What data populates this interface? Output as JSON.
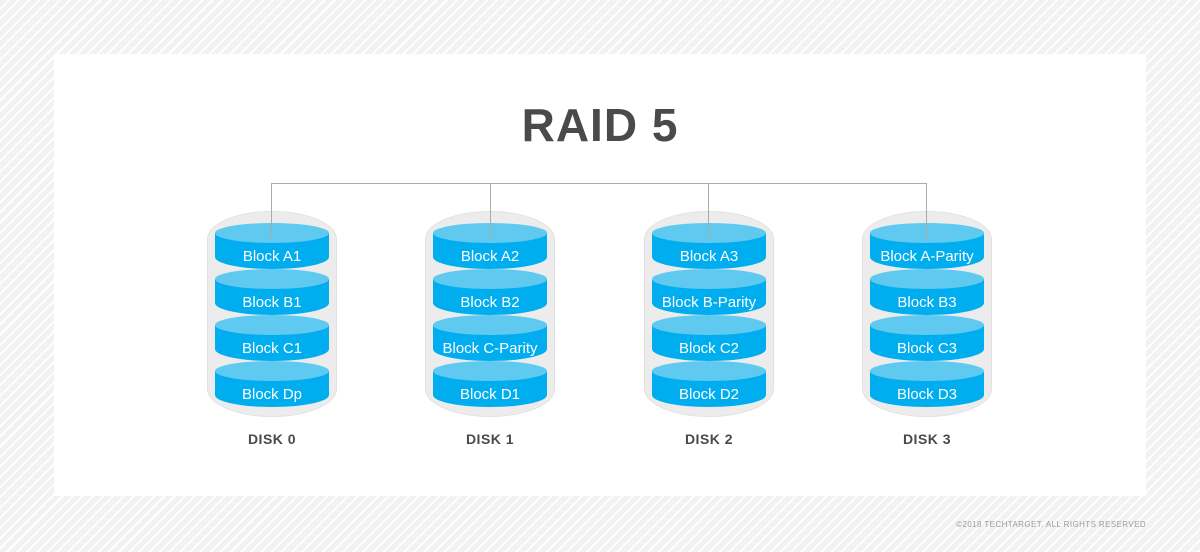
{
  "title": "RAID 5",
  "copyright": "©2018 TECHTARGET. ALL RIGHTS RESERVED",
  "disks": [
    {
      "label": "DISK 0",
      "blocks": [
        "Block A1",
        "Block B1",
        "Block C1",
        "Block Dp"
      ]
    },
    {
      "label": "DISK 1",
      "blocks": [
        "Block A2",
        "Block B2",
        "Block C-Parity",
        "Block D1"
      ]
    },
    {
      "label": "DISK 2",
      "blocks": [
        "Block A3",
        "Block B-Parity",
        "Block C2",
        "Block D2"
      ]
    },
    {
      "label": "DISK 3",
      "blocks": [
        "Block A-Parity",
        "Block B3",
        "Block C3",
        "Block D3"
      ]
    }
  ],
  "colors": {
    "block-body": "#00AEEF",
    "block-top": "#5FC9F0",
    "capsule-fill": "#ECECEC",
    "capsule-border": "#E2E2E2",
    "heading-gray": "#4A4A4A",
    "line-gray": "#ABABAB",
    "bg-gray": "#F2F2F2",
    "copyright-gray": "#9B9B9B"
  }
}
